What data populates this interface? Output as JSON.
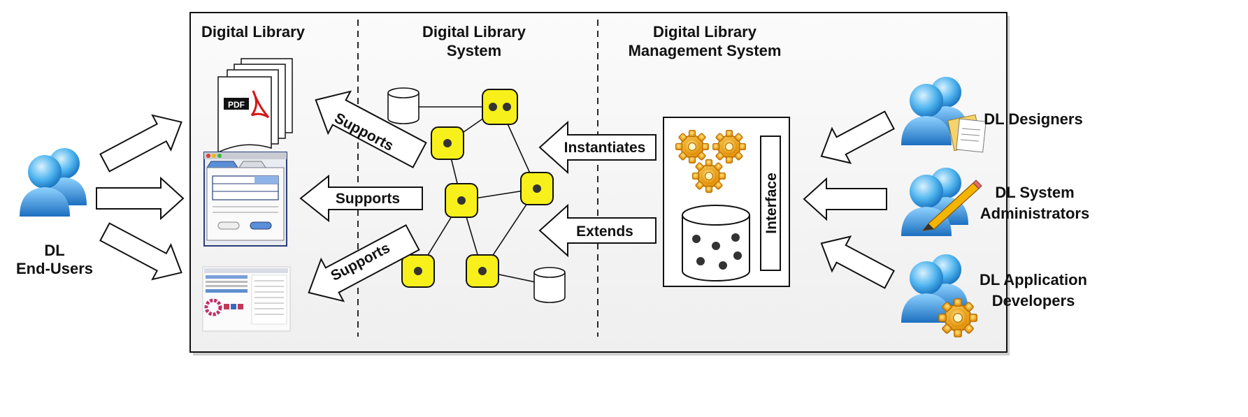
{
  "sections": {
    "digital_library": "Digital Library",
    "dls_line1": "Digital Library",
    "dls_line2": "System",
    "dlms_line1": "Digital Library",
    "dlms_line2": "Management System"
  },
  "actors": {
    "end_users_line1": "DL",
    "end_users_line2": "End-Users",
    "designers": "DL Designers",
    "sysadmin_line1": "DL System",
    "sysadmin_line2": "Administrators",
    "appdev_line1": "DL Application",
    "appdev_line2": "Developers"
  },
  "arrows": {
    "supports_top": "Supports",
    "supports_mid": "Supports",
    "supports_bottom": "Supports",
    "instantiates": "Instantiates",
    "extends": "Extends"
  },
  "dlms": {
    "interface": "Interface"
  },
  "pdf_badge": "PDF",
  "colors": {
    "node_fill": "#f7f01a",
    "actor_blue": "#3aa0e6",
    "gear": "#f2a800",
    "frame_bg": "#f7f7f7"
  }
}
